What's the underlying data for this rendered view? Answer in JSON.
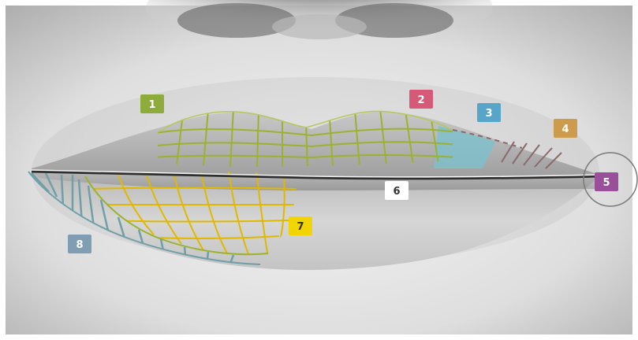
{
  "colors": {
    "skin_light": "#f1f1f1",
    "skin_mid": "#d6d6d6",
    "skin_dark": "#9a9a9a",
    "lip_upper": "#bdbdbd",
    "lip_lower": "#cfcfcf",
    "mouth_line": "#2f2f2f",
    "grid_green": "#9bb22f",
    "grid_yellow": "#e0b800",
    "grid_teal": "#6f9fa7",
    "grid_blue_fill": "#7cc0cc",
    "badge_1": "#8dac3c",
    "badge_2": "#d65a78",
    "badge_3": "#57a5c9",
    "badge_4": "#cd9b4c",
    "badge_5": "#9a4f9a",
    "badge_6": "#ffffff",
    "badge_7": "#f2d400",
    "badge_8": "#7f9eb3"
  },
  "markers": [
    {
      "id": "1",
      "label": "1",
      "color_key": "badge_1",
      "text_color": "#ffffff"
    },
    {
      "id": "2",
      "label": "2",
      "color_key": "badge_2",
      "text_color": "#ffffff"
    },
    {
      "id": "3",
      "label": "3",
      "color_key": "badge_3",
      "text_color": "#ffffff"
    },
    {
      "id": "4",
      "label": "4",
      "color_key": "badge_4",
      "text_color": "#ffffff"
    },
    {
      "id": "5",
      "label": "5",
      "color_key": "badge_5",
      "text_color": "#ffffff"
    },
    {
      "id": "6",
      "label": "6",
      "color_key": "badge_6",
      "text_color": "#333333"
    },
    {
      "id": "7",
      "label": "7",
      "color_key": "badge_7",
      "text_color": "#333333"
    },
    {
      "id": "8",
      "label": "8",
      "color_key": "badge_8",
      "text_color": "#ffffff"
    }
  ]
}
